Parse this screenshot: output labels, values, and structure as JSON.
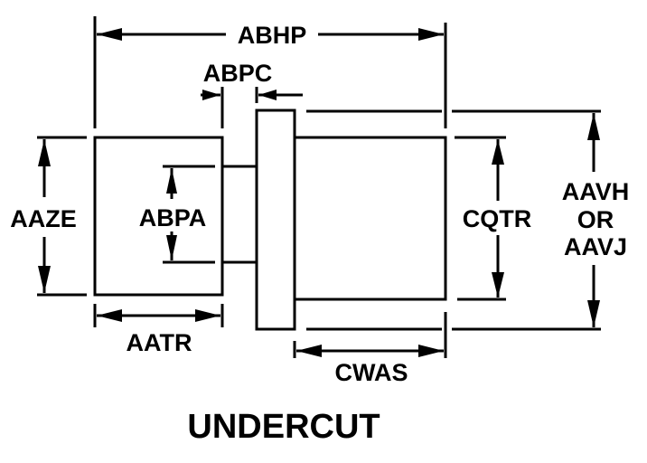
{
  "diagram": {
    "title": "UNDERCUT",
    "colors": {
      "line": "#000000",
      "background": "#ffffff"
    },
    "dimensions": {
      "overall_length": "ABHP",
      "flange_gap": "ABPC",
      "head_height": "AAZE",
      "neck_diameter": "ABPA",
      "head_length": "AATR",
      "body_diameter": "CQTR",
      "flange_diameter_line1": "AAVH",
      "flange_diameter_line2": "OR",
      "flange_diameter_line3": "AAVJ",
      "body_length": "CWAS"
    }
  }
}
